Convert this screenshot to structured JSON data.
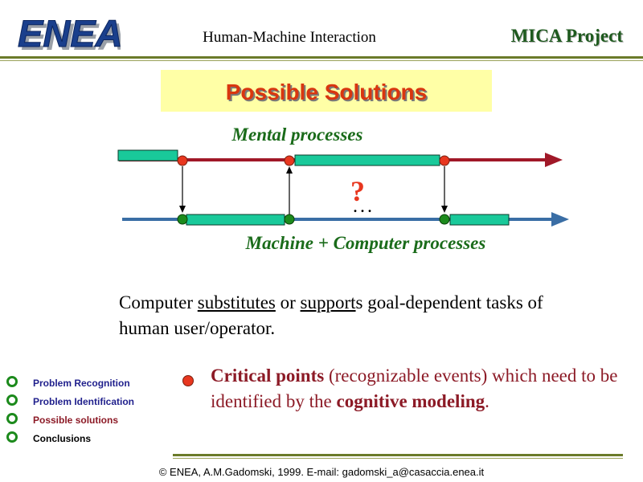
{
  "header": {
    "logo_text": "ENEA",
    "title": "Human-Machine Interaction",
    "project": "MICA Project"
  },
  "slide": {
    "title": "Possible Solutions"
  },
  "diagram": {
    "top_label": "Mental processes",
    "bottom_label": "Machine + Computer processes",
    "question_mark": "?",
    "ellipsis": ". . ."
  },
  "body": {
    "pre": "Computer ",
    "word1": "substitutes",
    "mid": " or ",
    "word2": "support",
    "post": "s goal-dependent tasks  of human user/operator."
  },
  "nav": {
    "items": [
      {
        "label": "Problem Recognition",
        "color": "#1f1f8c"
      },
      {
        "label": "Problem Identification",
        "color": "#1f1f8c"
      },
      {
        "label": "Possible solutions",
        "color": "#8c1a26"
      },
      {
        "label": "Conclusions",
        "color": "#000000"
      }
    ]
  },
  "critical": {
    "bold1": "Critical points",
    "text1": " (recognizable events) which need to be identified by the ",
    "bold2": "cognitive modeling",
    "text2": "."
  },
  "footer": {
    "text": "© ENEA, A.M.Gadomski, 1999. E-mail: gadomski_a@casaccia.enea.it"
  },
  "colors": {
    "title_red": "#d9360f",
    "project_green": "#1e5a1e",
    "top_line": "#a01828",
    "bottom_line": "#3a6ea5",
    "bar_fill": "#19c99a",
    "red_dot": "#e8371f",
    "green_dot": "#1c8a1c"
  }
}
